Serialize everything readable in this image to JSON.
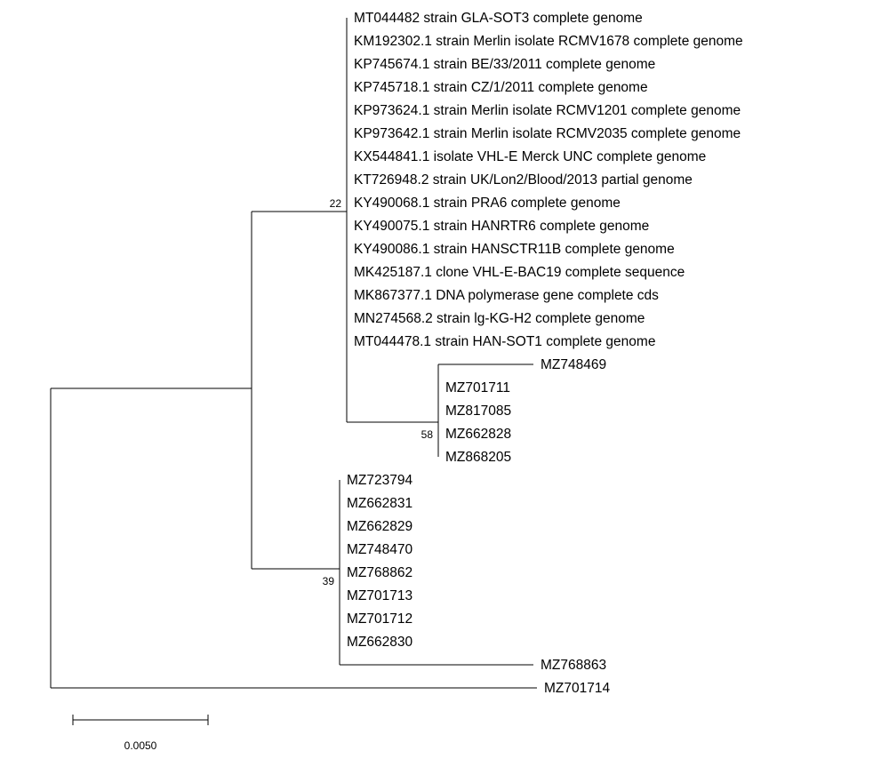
{
  "tree": {
    "clades": [
      {
        "support": "22",
        "taxa": [
          "MT044482 strain GLA-SOT3 complete genome",
          "KM192302.1 strain Merlin isolate RCMV1678 complete genome",
          "KP745674.1 strain BE/33/2011 complete genome",
          "KP745718.1 strain CZ/1/2011 complete genome",
          "KP973624.1 strain Merlin isolate RCMV1201 complete genome",
          "KP973642.1 strain Merlin isolate RCMV2035 complete genome",
          "KX544841.1 isolate VHL-E Merck UNC complete genome",
          "KT726948.2 strain UK/Lon2/Blood/2013 partial genome",
          "KY490068.1 strain PRA6 complete genome",
          "KY490075.1 strain HANRTR6 complete genome",
          "KY490086.1 strain HANSCTR11B complete genome",
          "MK425187.1 clone VHL-E-BAC19 complete sequence",
          "MK867377.1 DNA polymerase gene complete cds",
          "MN274568.2 strain lg-KG-H2 complete genome",
          "MT044478.1 strain HAN-SOT1 complete genome"
        ]
      },
      {
        "support": "58",
        "taxa": [
          "MZ748469",
          "MZ701711",
          "MZ817085",
          "MZ662828",
          "MZ868205"
        ]
      },
      {
        "support": "39",
        "taxa": [
          "MZ723794",
          "MZ662831",
          "MZ662829",
          "MZ748470",
          "MZ768862",
          "MZ701713",
          "MZ701712",
          "MZ662830",
          "MZ768863"
        ]
      }
    ],
    "outgroup": "MZ701714",
    "scale_bar_label": "0.0050"
  }
}
